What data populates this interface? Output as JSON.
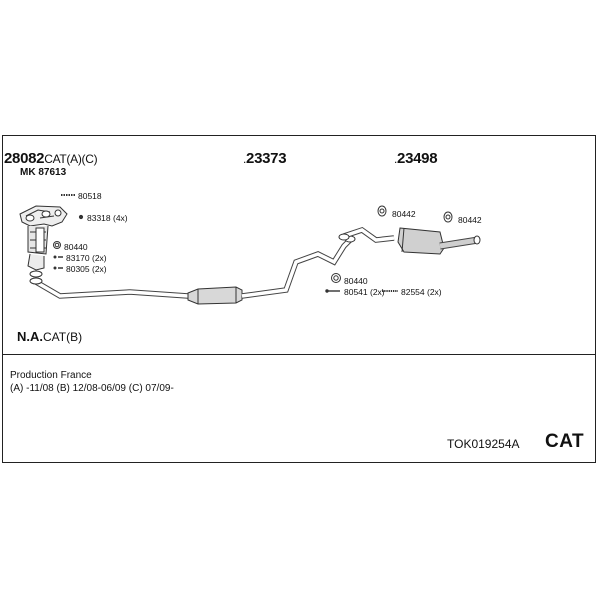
{
  "parts": {
    "manifold": {
      "number": "28082",
      "suffix": "CAT(A)(C)"
    },
    "manifold_kit": "MK 87613",
    "mid_pipe": {
      "dot": ".",
      "number": "23373"
    },
    "rear_silencer": {
      "dot": ".",
      "number": "23498"
    }
  },
  "callouts": {
    "c80518": "80518",
    "c83318": "83318 (4x)",
    "c80440a": "80440",
    "c83170": "83170 (2x)",
    "c80305": "80305 (2x)",
    "c80442a": "80442",
    "c80442b": "80442",
    "c80440b": "80440",
    "c80541": "80541 (2x)",
    "c82554": "82554 (2x)"
  },
  "variant": {
    "bold": "N.A.",
    "rest": "CAT(B)"
  },
  "notes": {
    "line1": "Production France",
    "line2": "(A) -11/08 (B) 12/08-06/09 (C) 07/09-"
  },
  "footer": {
    "code": "TOK019254A",
    "category": "CAT"
  }
}
